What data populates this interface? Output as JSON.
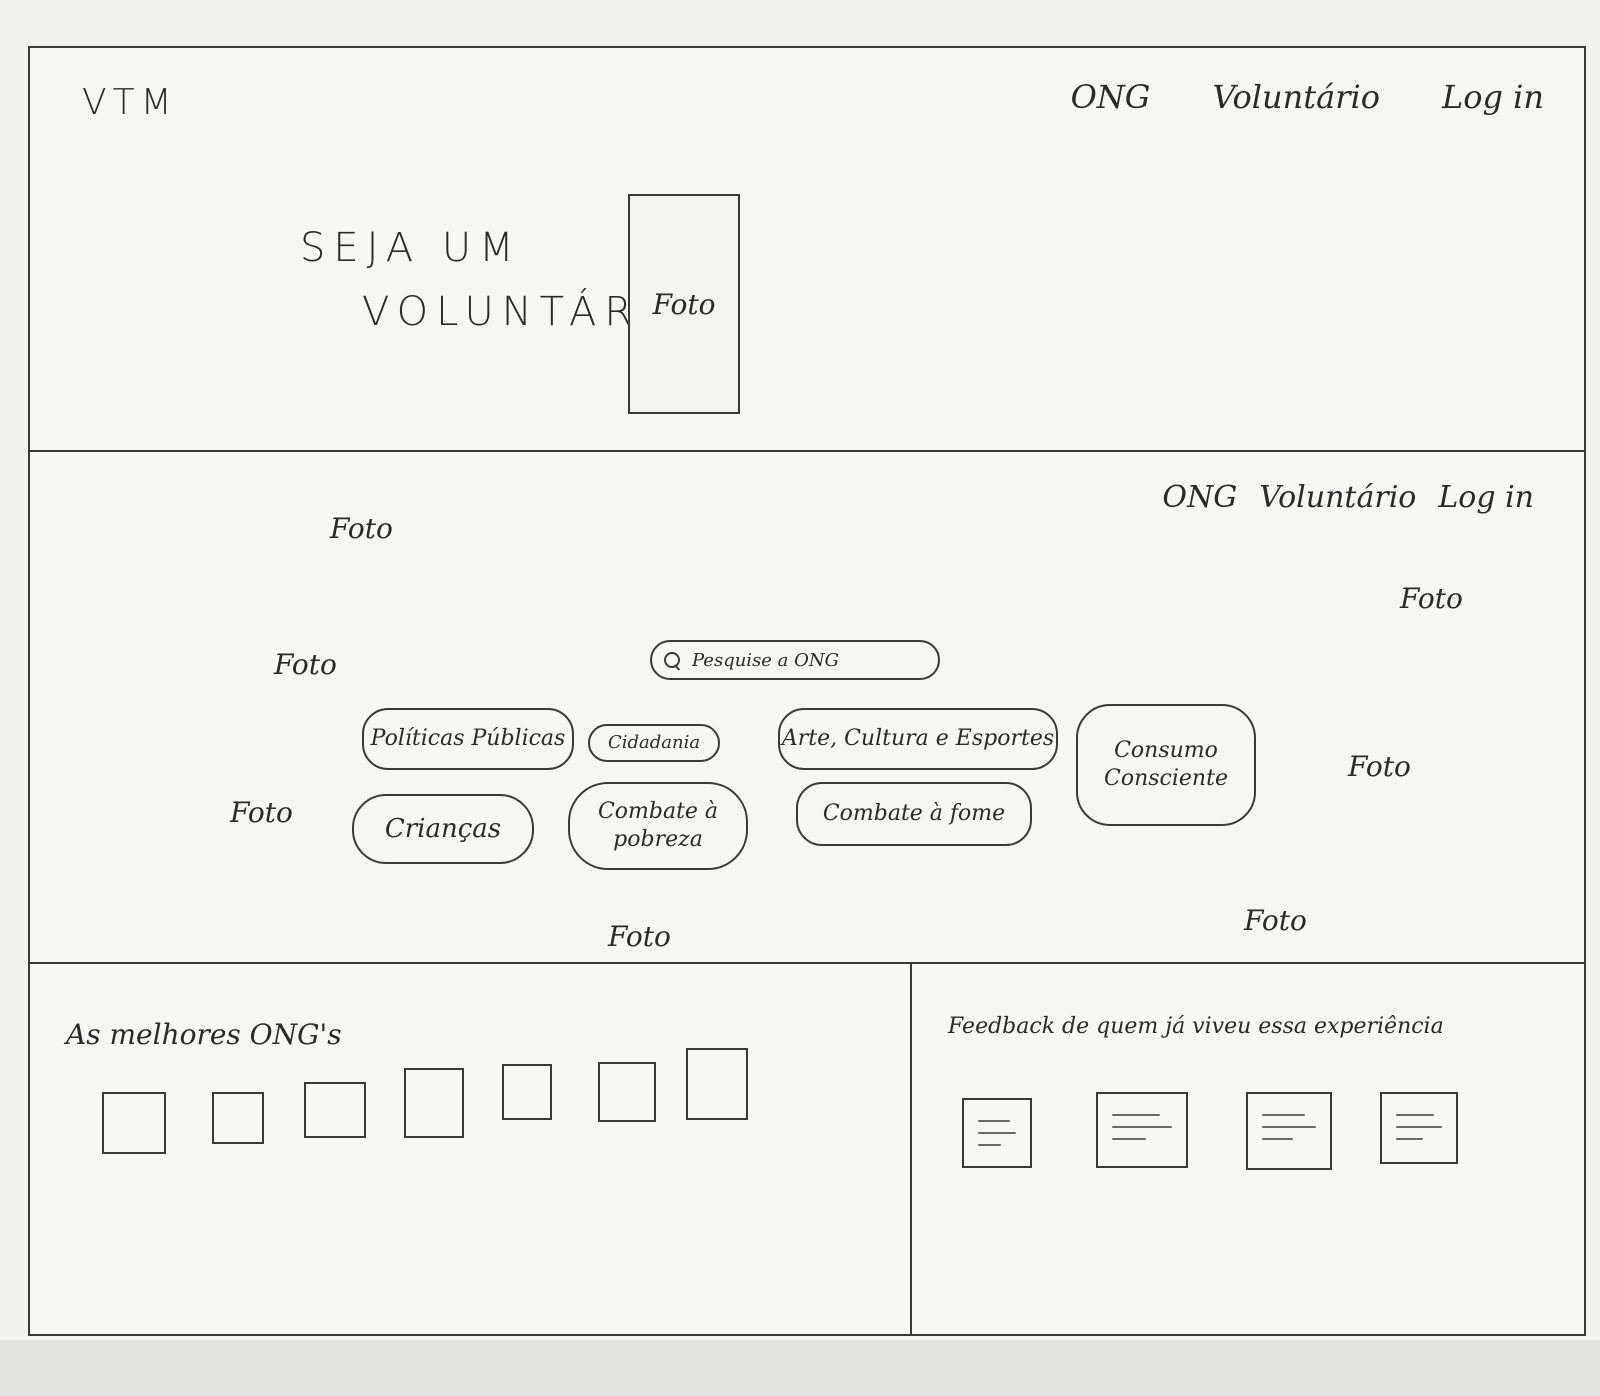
{
  "header": {
    "logo": "VTM",
    "nav": [
      "ONG",
      "Voluntário",
      "Log in"
    ]
  },
  "hero": {
    "title_line1": "SEJA UM",
    "title_line2": "VOLUNTÁRIO",
    "photo_label": "Foto"
  },
  "middle": {
    "nav": [
      "ONG",
      "Voluntário",
      "Log in"
    ],
    "photo_label": "Foto",
    "search": {
      "placeholder": "Pesquise a ONG"
    },
    "categories": [
      "Políticas Públicas",
      "Cidadania",
      "Arte, Cultura e Esportes",
      "Consumo Consciente",
      "Crianças",
      "Combate à pobreza",
      "Combate à fome"
    ]
  },
  "bottom": {
    "best_ongs_title": "As melhores ONG's",
    "feedback_title": "Feedback de quem já viveu essa experiência"
  }
}
